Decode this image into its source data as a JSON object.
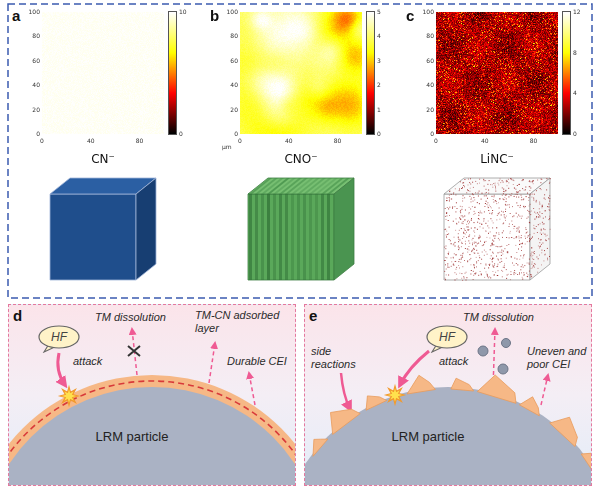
{
  "diagram": {
    "nodes": [
      {
        "text": [
          "HF"
        ]
      },
      {
        "text": [
          "LRM particle"
        ]
      },
      {
        "text": [
          "HF"
        ]
      },
      {
        "text": [
          "LRM particle"
        ]
      }
    ],
    "labels": [
      "a",
      "100",
      "80",
      "60",
      "40",
      "20",
      "0",
      "0",
      "40",
      "80",
      "10",
      "0",
      "b",
      "100",
      "80",
      "60",
      "40",
      "20",
      "0",
      "0",
      "40",
      "80",
      "μm",
      "5",
      "4",
      "3",
      "2",
      "1",
      "0",
      "c",
      "100",
      "80",
      "60",
      "40",
      "20",
      "0",
      "0",
      "40",
      "80",
      "12",
      "8",
      "4",
      "0",
      "CN⁻",
      "CNO⁻",
      "LiNC⁻",
      "d",
      "attack",
      "TM dissolution",
      "TM-CN adsorbed layer",
      "Durable CEI",
      "e",
      "attack",
      "side reactions",
      "TM dissolution",
      "Uneven and poor CEI"
    ]
  }
}
